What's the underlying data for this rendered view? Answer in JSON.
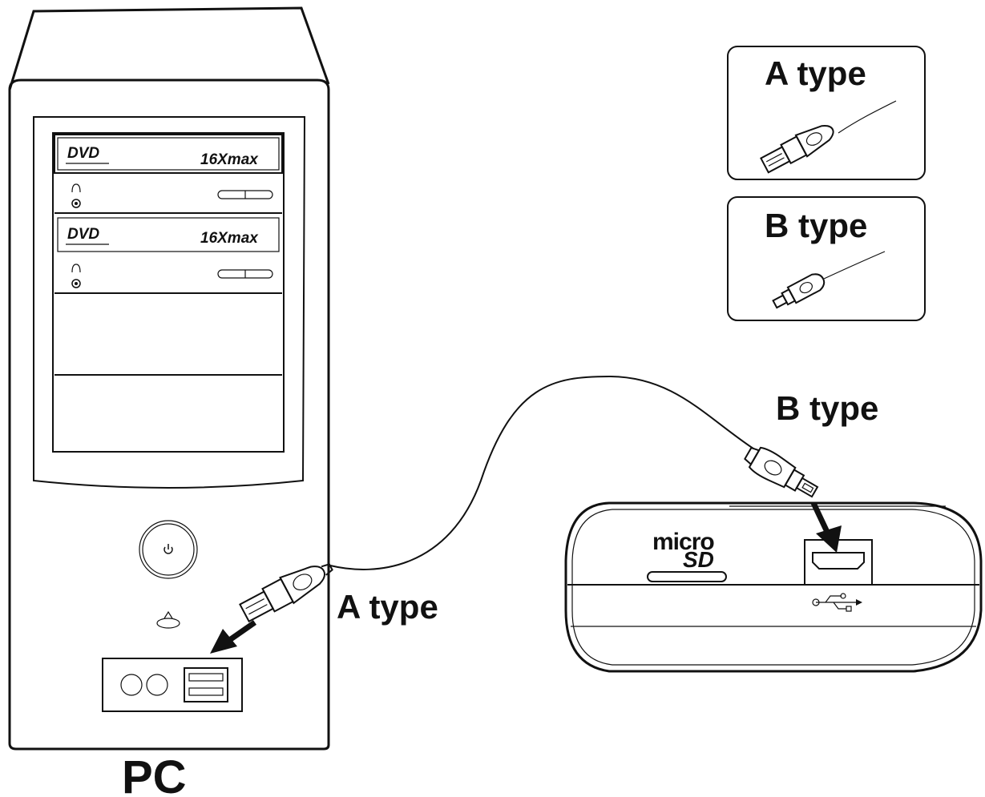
{
  "pc": {
    "label": "PC",
    "drives": [
      {
        "brand": "DVD",
        "speed": "16Xmax"
      },
      {
        "brand": "DVD",
        "speed": "16Xmax"
      }
    ]
  },
  "connectors": {
    "a_label": "A type",
    "b_label": "B type"
  },
  "legend": {
    "a_title": "A type",
    "b_title": "B type"
  },
  "device": {
    "logo_top": "micro",
    "logo_bottom": "SD"
  },
  "colors": {
    "line": "#111111",
    "background": "#ffffff"
  }
}
